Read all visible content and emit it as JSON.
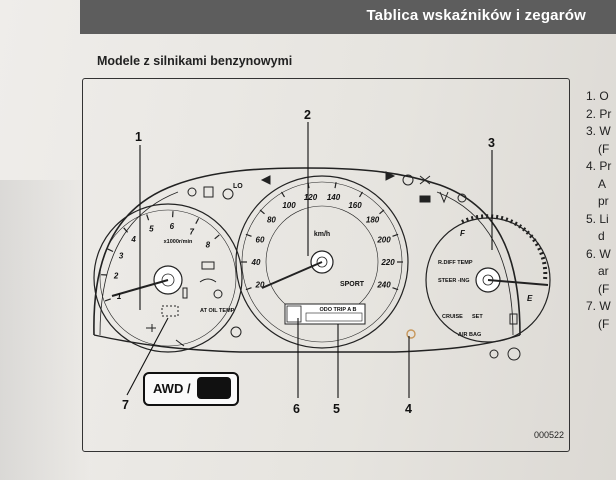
{
  "header": {
    "title": "Tablica wskaźników i zegarów"
  },
  "section": {
    "title": "Modele z silnikami benzynowymi"
  },
  "figure": {
    "code": "000522",
    "callouts": [
      "1",
      "2",
      "3",
      "4",
      "5",
      "6",
      "7"
    ],
    "speedometer": {
      "unit": "km/h",
      "mode_label": "SPORT",
      "ticks": [
        "20",
        "40",
        "60",
        "80",
        "100",
        "120",
        "140",
        "160",
        "180",
        "200",
        "220",
        "240"
      ]
    },
    "tachometer": {
      "unit": "x1000r/min",
      "ticks": [
        "1",
        "2",
        "3",
        "4",
        "5",
        "6",
        "7",
        "8"
      ]
    },
    "fuel_gauge": {
      "full": "F",
      "empty": "E"
    },
    "indicator_labels": {
      "lo": "LO",
      "at_oil_temp": "AT OIL TEMP",
      "r_diff_temp": "R.DIFF TEMP",
      "steer_ing": "STEER -ING",
      "cruise": "CRUISE",
      "set": "SET",
      "air_bag": "AIR BAG"
    },
    "odo_display_label": "ODO TRIP A B",
    "awd_label": "AWD /"
  },
  "right_list": {
    "items": [
      "1. O",
      "2. Pr",
      "3. W",
      "(F",
      "4. Pr",
      "A",
      "pr",
      "5. Li",
      "d",
      "6. W",
      "ar",
      "(F",
      "7. W",
      "(F"
    ]
  }
}
